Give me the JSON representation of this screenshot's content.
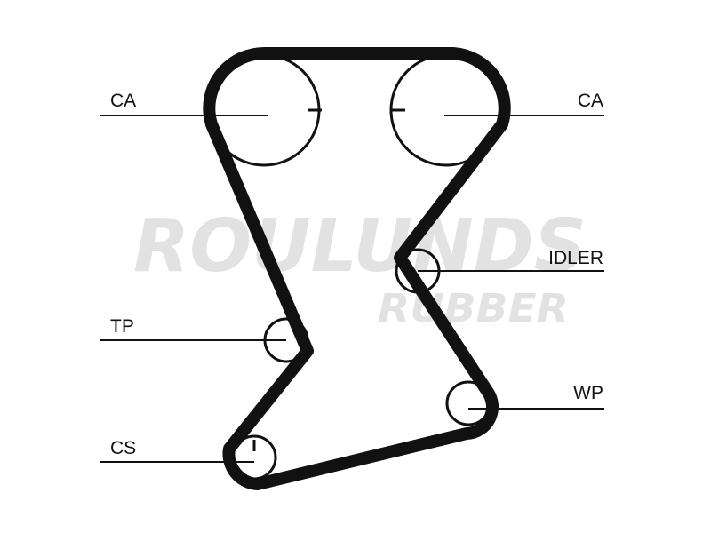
{
  "watermark": {
    "line1": "ROULUNDS",
    "line2": "RUBBER",
    "color": "#e2e2e2"
  },
  "labels": {
    "ca_left": "CA",
    "ca_right": "CA",
    "idler": "IDLER",
    "tp": "TP",
    "wp": "WP",
    "cs": "CS"
  },
  "colors": {
    "belt": "#111111",
    "pulley": "#111111",
    "background": "#ffffff"
  }
}
